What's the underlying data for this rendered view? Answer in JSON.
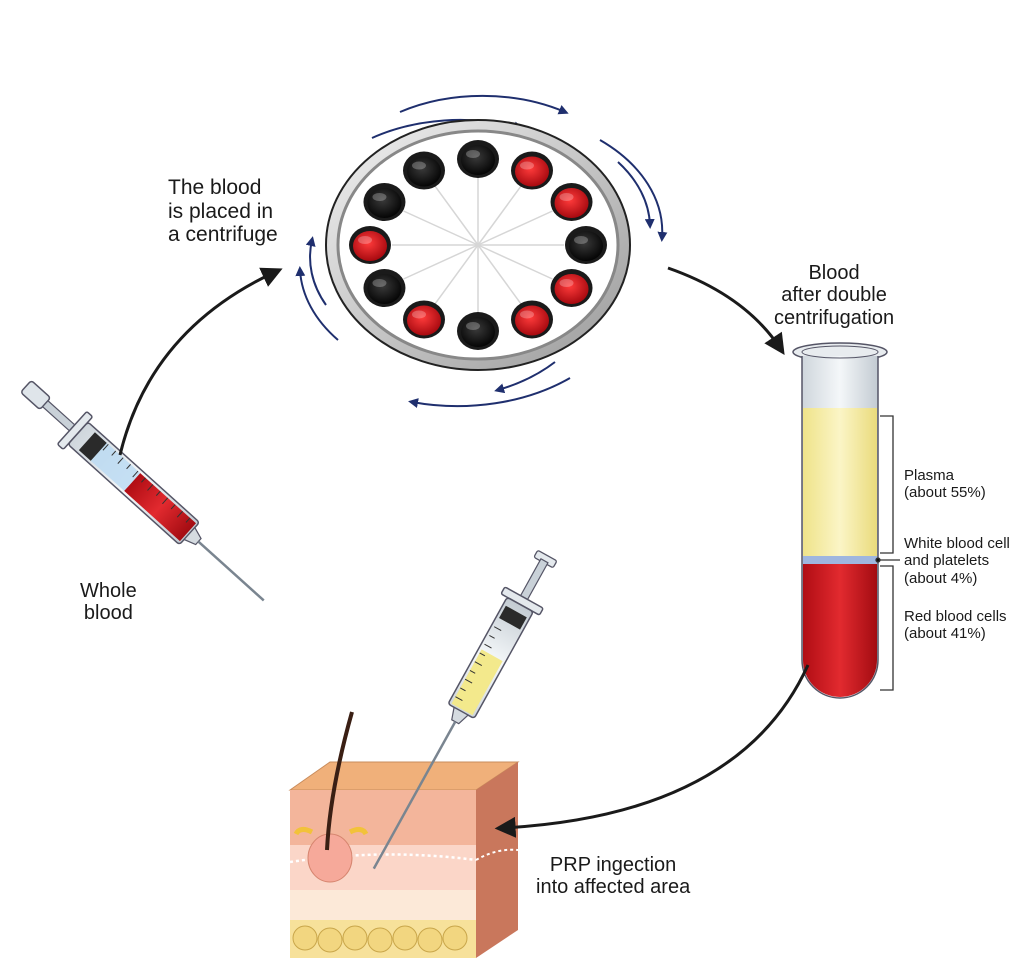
{
  "labels": {
    "centrifuge": [
      "The blood",
      "is placed in",
      "a centrifuge"
    ],
    "after": [
      "Blood",
      "after double",
      "centrifugation"
    ],
    "whole": [
      "Whole",
      "blood"
    ],
    "prp": [
      "PRP ingection",
      "into affected area"
    ]
  },
  "tube_layers": {
    "plasma": [
      "Plasma",
      "(about 55%)"
    ],
    "buffy": [
      "White blood cell",
      "and platelets",
      "(about 4%)"
    ],
    "red": [
      "Red blood cells",
      "(about 41%)"
    ]
  },
  "centrifuge_slots": [
    "black",
    "red",
    "red",
    "black",
    "red",
    "red",
    "black",
    "red",
    "black",
    "red",
    "black",
    "black"
  ],
  "colors": {
    "red": "#d4141c",
    "plasma": "#f7efa8",
    "buffy": "#9fb6df",
    "arrow": "#1f2f6e",
    "skin": "#f3b59b"
  }
}
